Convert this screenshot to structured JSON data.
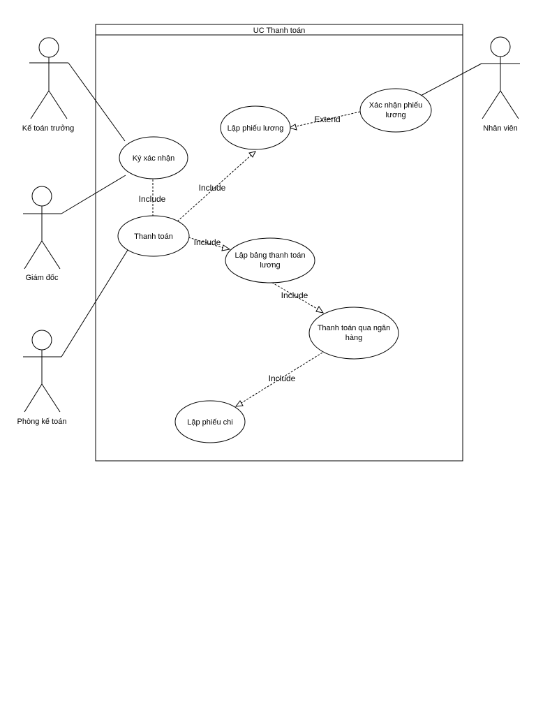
{
  "system": {
    "title": "UC Thanh toán"
  },
  "actors": {
    "ke_toan_truong": "Kế toán trưởng",
    "giam_doc": "Giám đốc",
    "phong_ke_toan": "Phòng kế toán",
    "nhan_vien": "Nhân viên"
  },
  "use_cases": {
    "ky_xac_nhan": {
      "line1": "Ký xác nhận"
    },
    "thanh_toan": {
      "line1": "Thanh toán"
    },
    "lap_phieu_luong": {
      "line1": "Lập phiếu lương"
    },
    "xac_nhan_phieu_luong": {
      "line1": "Xác nhận phiếu",
      "line2": "lương"
    },
    "lap_bang_thanh_toan_luong": {
      "line1": "Lập bảng thanh toán",
      "line2": "lương"
    },
    "thanh_toan_qua_ngan_hang": {
      "line1": "Thanh toán qua ngân",
      "line2": "hàng"
    },
    "lap_phieu_chi": {
      "line1": "Lập phiếu chi"
    }
  },
  "relations": {
    "include_ky_xac_nhan": "Include",
    "include_lap_phieu_luong": "Include",
    "include_lap_bang": "Include",
    "include_ngan_hang": "Include",
    "include_phieu_chi": "Include",
    "extend_xac_nhan": "Extend"
  }
}
